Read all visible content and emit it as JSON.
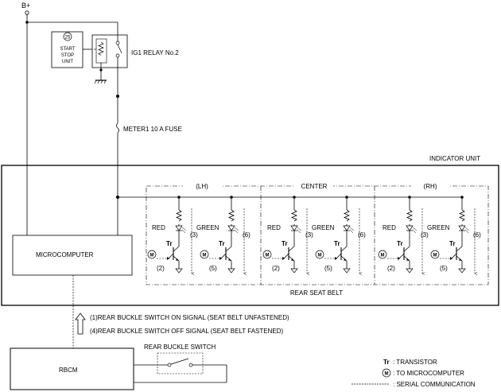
{
  "labels": {
    "supply": "B+",
    "start_stop_num": "25",
    "start_stop_line1": "START",
    "start_stop_line2": "STOP",
    "start_stop_line3": "UNIT",
    "relay": "IG1 RELAY No.2",
    "fuse": "METER1 10 A FUSE",
    "indicator_unit": "INDICATOR UNIT",
    "microcomputer": "MICROCOMPUTER",
    "rear_seat_belt": "REAR SEAT BELT",
    "rbcm": "RBCM",
    "rear_buckle_switch": "REAR BUCKLE SWITCH",
    "signal_on": "(1)REAR BUCKLE SWITCH ON SIGNAL (SEAT BELT UNFASTENED)",
    "signal_off": "(4)REAR BUCKLE SWITCH OFF SIGNAL (SEAT BELT FASTENED)"
  },
  "sections": [
    {
      "title": "(LH)",
      "red_label": "RED",
      "green_label": "GREEN",
      "red_num": "(3)",
      "green_num": "(6)",
      "tr1": "Tr",
      "tr2": "Tr",
      "in1": "(2)",
      "in2": "(5)",
      "m1": "M",
      "m2": "M"
    },
    {
      "title": "CENTER",
      "red_label": "RED",
      "green_label": "GREEN",
      "red_num": "(3)",
      "green_num": "(6)",
      "tr1": "Tr",
      "tr2": "Tr",
      "in1": "(2)",
      "in2": "(5)",
      "m1": "M",
      "m2": "M"
    },
    {
      "title": "(RH)",
      "red_label": "RED",
      "green_label": "GREEN",
      "red_num": "(3)",
      "green_num": "(6)",
      "tr1": "Tr",
      "tr2": "Tr",
      "in1": "(2)",
      "in2": "(5)",
      "m1": "M",
      "m2": "M"
    }
  ],
  "legend": {
    "tr_symbol": "Tr",
    "tr_text": ": TRANSISTOR",
    "m_symbol": "M",
    "m_text": ": TO MICROCOMPUTER",
    "serial_text": ": SERIAL COMMUNICATION"
  }
}
